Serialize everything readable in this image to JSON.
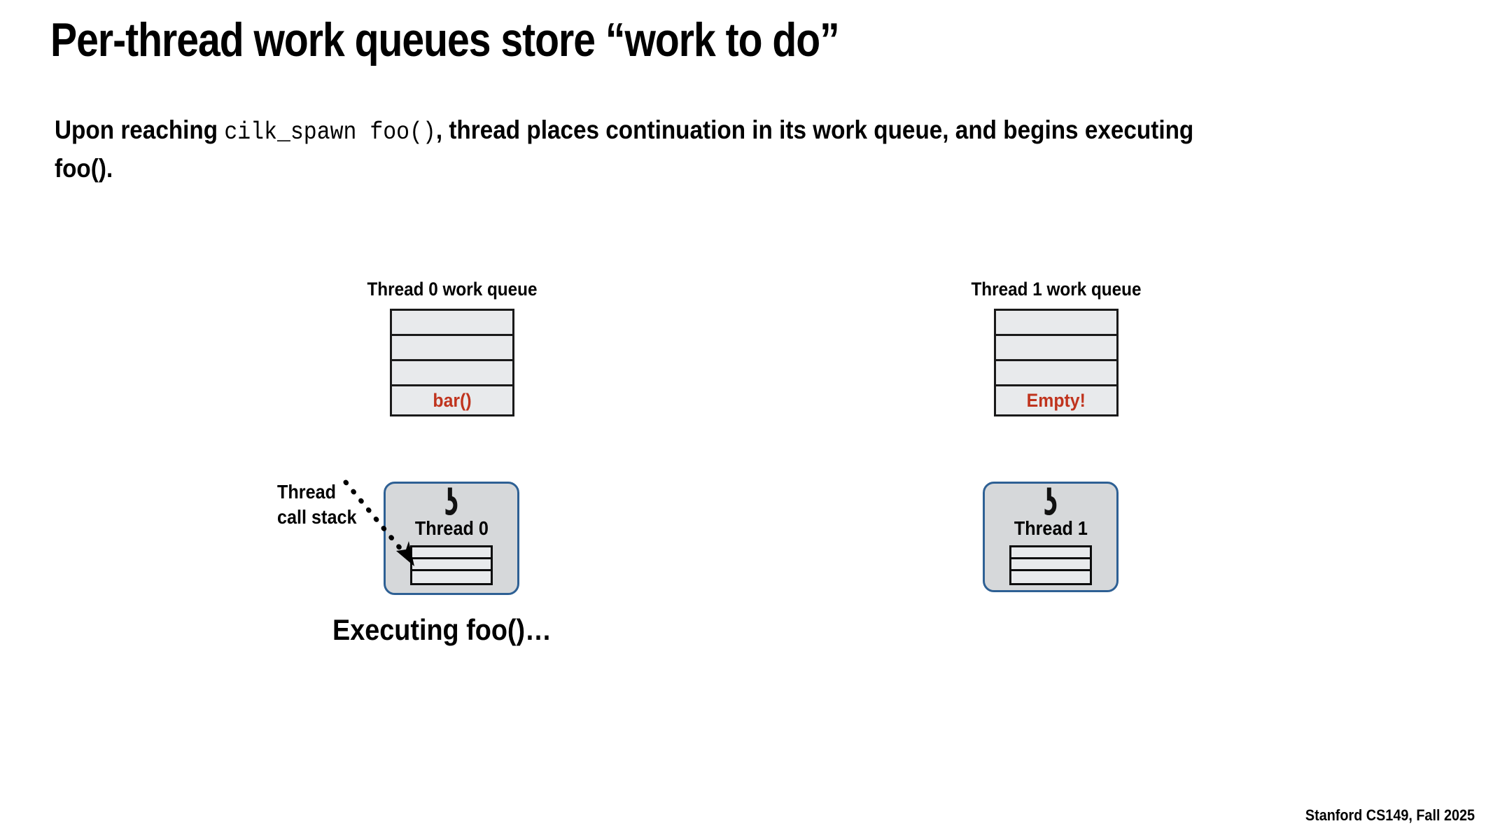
{
  "slide": {
    "title": "Per-thread work queues store “work to do”",
    "subtitle_part1": "Upon reaching ",
    "subtitle_code": "cilk_spawn  foo()",
    "subtitle_part2": ", thread places continuation in its work queue, and begins executing foo().",
    "caption": "Executing foo()…",
    "footer": "Stanford CS149, Fall 2025",
    "accent_red": "#c0341e",
    "thread_border_blue": "#2e6094",
    "queue_fill": "#e8eaec",
    "thread_fill": "#d6d8da"
  },
  "callout": {
    "line1": "Thread",
    "line2": "call stack",
    "arrow_icon": "dotted-arrow-icon"
  },
  "queues": [
    {
      "title": "Thread 0 work queue",
      "cells": [
        "",
        "",
        "",
        "bar()"
      ]
    },
    {
      "title": "Thread 1 work queue",
      "cells": [
        "",
        "",
        "",
        "Empty!"
      ]
    }
  ],
  "threads": [
    {
      "glyph": "ʖ",
      "label": "Thread 0",
      "stack_rows": 3
    },
    {
      "glyph": "ʖ",
      "label": "Thread 1",
      "stack_rows": 3
    }
  ]
}
